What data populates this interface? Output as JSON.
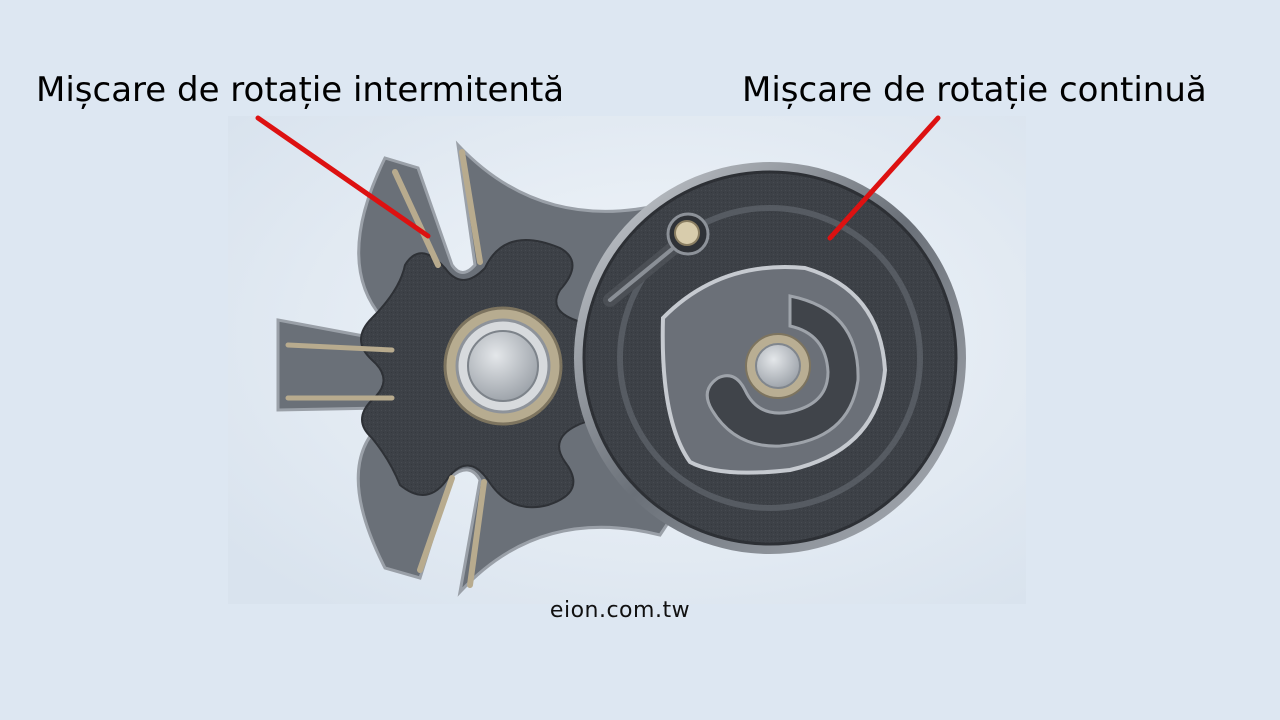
{
  "labels": {
    "intermittent": "Mișcare de rotație intermitentă",
    "continuous": "Mișcare de rotație continuă"
  },
  "credit": "eion.com.tw",
  "colors": {
    "background": "#dde7f2",
    "photo_background": "#e6eef6",
    "metal_dark": "#3f4349",
    "metal_mid": "#5c6169",
    "metal_light": "#b9bec5",
    "brass": "#b8ab8e",
    "arrow": "#dd1111"
  },
  "icons": [
    "geneva-wheel-icon",
    "drive-wheel-icon",
    "drive-pin-icon"
  ]
}
